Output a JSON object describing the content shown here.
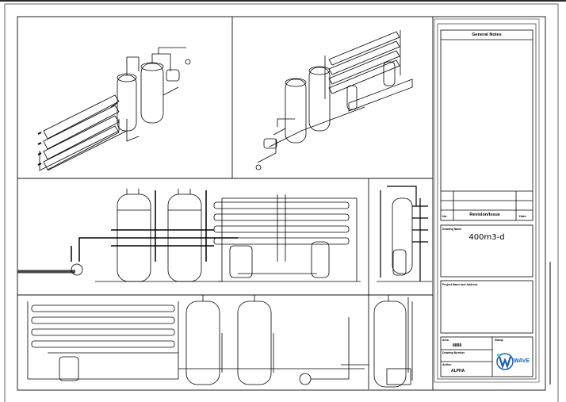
{
  "title_block": {
    "general_notes_label": "General Notes",
    "revision_headers": {
      "no": "No.",
      "revision": "Revision/Issue",
      "date": "Date"
    },
    "drawing_name_label": "Drawing Name",
    "drawing_name": "400m3-d",
    "project_label": "Project Name and Address",
    "area_label": "Area",
    "area_value": "8888",
    "drawing_number_label": "Drawing Number",
    "author_label": "Author",
    "author_value": "ALPHA",
    "stamp_label": "Stamp",
    "logo_text": "WAVE"
  },
  "colors": {
    "line": "#000000",
    "frame": "#555555",
    "logo_blue": "#1a5fb4",
    "logo_cyan": "#4fc3e8"
  }
}
